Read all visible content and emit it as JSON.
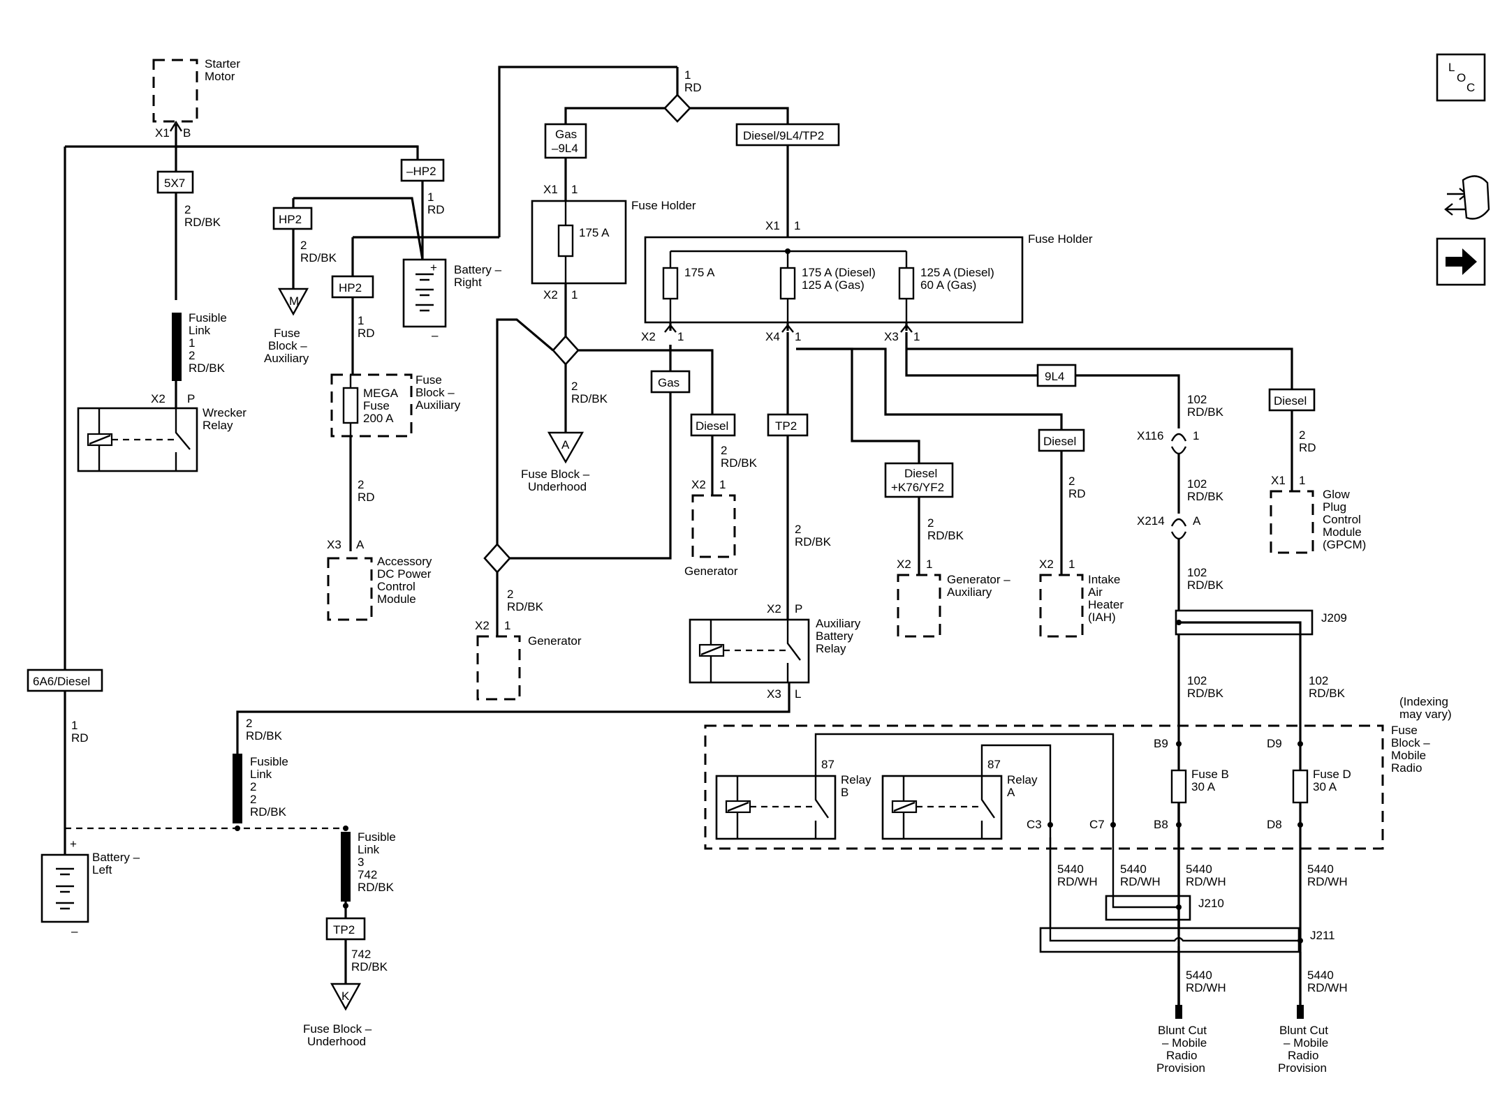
{
  "nav": {
    "loc_l": "L",
    "loc_o": "O",
    "loc_c": "C",
    "loc_icon": "loc-icon",
    "connector_icon": "harness-connector-icon",
    "arrow_icon": "arrow-right-icon"
  },
  "labels": {
    "starter_motor": [
      "Starter",
      "Motor"
    ],
    "x1": "X1",
    "b": "B",
    "c_5x7": "5X7",
    "w_2_rdbk": [
      "2",
      "RD/BK"
    ],
    "fusible_link_1": [
      "Fusible",
      "Link",
      "1",
      "2",
      "RD/BK"
    ],
    "x2": "X2",
    "p": "P",
    "wrecker_relay": [
      "Wrecker",
      "Relay"
    ],
    "hp2_neg": "–HP2",
    "hp2": "HP2",
    "hp2_b": "HP2",
    "w_1_rd": [
      "1",
      "RD"
    ],
    "w_2_rdbk_b": [
      "2",
      "RD/BK"
    ],
    "m": "M",
    "fuse_block_aux_m": [
      "Fuse",
      "Block –",
      "Auxiliary"
    ],
    "battery_right": [
      "Battery –",
      "Right"
    ],
    "plus": "+",
    "minus": "–",
    "w_1_rd_b": [
      "1",
      "RD"
    ],
    "mega_fuse": [
      "MEGA",
      "Fuse",
      "200 A"
    ],
    "fuse_block_aux": [
      "Fuse",
      "Block –",
      "Auxiliary"
    ],
    "w_2_rd": [
      "2",
      "RD"
    ],
    "x3": "X3",
    "a": "A",
    "accessory_dc": [
      "Accessory",
      "DC Power",
      "Control",
      "Module"
    ],
    "six_a6": "6A6/Diesel",
    "w_1_rd_c": [
      "1",
      "RD"
    ],
    "battery_left": [
      "Battery –",
      "Left"
    ],
    "top_1_rd": [
      "1",
      "RD"
    ],
    "gas_9l4": [
      "Gas",
      "–9L4"
    ],
    "diesel_9l4_tp2": "Diesel/9L4/TP2",
    "x1_1": [
      "X1",
      "1"
    ],
    "fuse_holder_1": "Fuse Holder",
    "f175_a": "175 A",
    "x2_1": [
      "X2",
      "1"
    ],
    "w_2_rdbk_c": [
      "2",
      "RD/BK"
    ],
    "a_term": "A",
    "fuse_block_underhood_a": [
      "Fuse Block –",
      "Underhood"
    ],
    "fuse_holder_2": "Fuse Holder",
    "f175": "175 A",
    "f175_diesel": [
      "175 A (Diesel)",
      "125 A (Gas)"
    ],
    "f125_diesel": [
      "125 A (Diesel)",
      "60 A (Gas)"
    ],
    "gas": "Gas",
    "diesel": "Diesel",
    "tp2": "TP2",
    "diesel_k76": [
      "Diesel",
      "+K76/YF2"
    ],
    "diesel_b": "Diesel",
    "nine_l4": "9L4",
    "diesel_c": "Diesel",
    "w_102_rdbk": [
      "102",
      "RD/BK"
    ],
    "x116": "X116",
    "x214": "X214",
    "j209": "J209",
    "glow_plug": [
      "Glow",
      "Plug",
      "Control",
      "Module",
      "(GPCM)"
    ],
    "generator": "Generator",
    "generator_2": "Generator",
    "generator_aux": [
      "Generator –",
      "Auxiliary"
    ],
    "intake_air": [
      "Intake",
      "Air",
      "Heater",
      "(IAH)"
    ],
    "aux_battery_relay": [
      "Auxiliary",
      "Battery",
      "Relay"
    ],
    "l": "L",
    "w_2_rdbk_d": [
      "2",
      "RD/BK"
    ],
    "fusible_link_2": [
      "Fusible",
      "Link",
      "2",
      "2",
      "RD/BK"
    ],
    "fusible_link_3": [
      "Fusible",
      "Link",
      "3",
      "742",
      "RD/BK"
    ],
    "tp2_b": "TP2",
    "w_742": [
      "742",
      "RD/BK"
    ],
    "k": "K",
    "fuse_block_underhood_k": [
      "Fuse Block –",
      "Underhood"
    ],
    "indexing": [
      "(Indexing",
      "may vary)"
    ],
    "fuse_block_mobile": [
      "Fuse",
      "Block –",
      "Mobile",
      "Radio"
    ],
    "relay_b": [
      "Relay",
      "B"
    ],
    "relay_a": [
      "Relay",
      "A"
    ],
    "t87": "87",
    "c3": "C3",
    "c7": "C7",
    "b9": "B9",
    "b8": "B8",
    "d9": "D9",
    "d8": "D8",
    "fuse_b": [
      "Fuse B",
      "30 A"
    ],
    "fuse_d": [
      "Fuse D",
      "30 A"
    ],
    "w_5440": [
      "5440",
      "RD/WH"
    ],
    "j210": "J210",
    "j211": "J211",
    "blunt_cut": [
      "Blunt Cut",
      "– Mobile",
      "Radio",
      "Provision"
    ]
  }
}
